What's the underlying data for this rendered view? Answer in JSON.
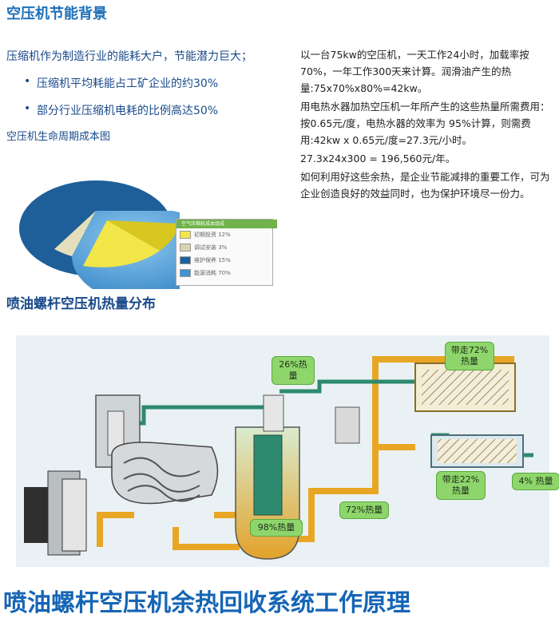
{
  "section1": {
    "title": "空压机节能背景",
    "intro": "压缩机作为制造行业的能耗大户，节能潜力巨大；",
    "bullets": [
      "压缩机平均耗能占工矿企业的约30%",
      "部分行业压缩机电耗的比例高达50%"
    ],
    "lifecycle_label": "空压机生命周期成本图"
  },
  "pie_legend": {
    "title": "空气压缩机成本组成",
    "items": [
      {
        "label": "初期投资 12%",
        "value": 12,
        "color": "#f2e64a"
      },
      {
        "label": "调试安装 3%",
        "value": 3,
        "color": "#d8d3b0"
      },
      {
        "label": "维护保养 15%",
        "value": 15,
        "color": "#1f5f9c"
      },
      {
        "label": "能源消耗 70%",
        "value": 70,
        "color": "#3f93cf"
      }
    ]
  },
  "calc": {
    "p1": "以一台75kw的空压机，一天工作24小时，加载率按70%，一年工作300天来计算。润滑油产生的热量:75x70%x80%=42kw。",
    "p2": "用电热水器加热空压机一年所产生的这些热量所需费用：按0.65元/度，电热水器的效率为 95%计算，则需费用:42kw x 0.65元/度=27.3元/小时。",
    "p3": "27.3x24x300 = 196,560元/年。",
    "p4": "如何利用好这些余热，是企业节能减排的重要工作，可为企业创造良好的效益同时，也为保护环境尽一份力。"
  },
  "section2": {
    "title": "喷油螺杆空压机热量分布",
    "callouts": {
      "c26": "26%热量",
      "c72top": "带走72%热量",
      "c22": "带走22%热量",
      "c4": "4% 热量",
      "c72": "72%热量",
      "c98": "98%热量"
    }
  },
  "bottom_title": "喷油螺杆空压机余热回收系统工作原理"
}
